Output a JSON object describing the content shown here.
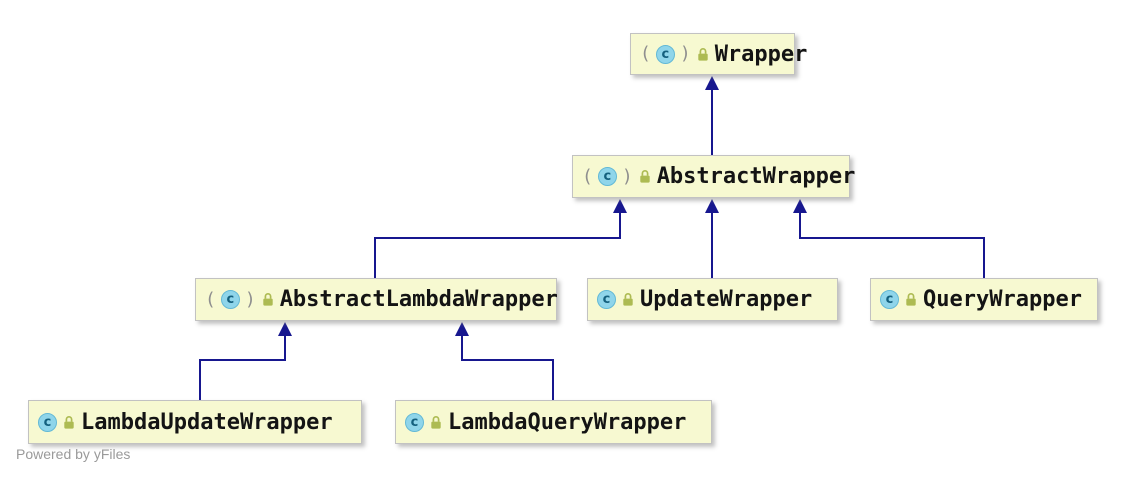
{
  "diagram": {
    "type": "uml-class-hierarchy",
    "watermark": "Powered by yFiles"
  },
  "icons": {
    "class_letter": "c",
    "paren_open": "(",
    "paren_close": ")",
    "class_icon_name": "class-icon",
    "lock_icon_name": "lock-icon"
  },
  "colors": {
    "background": "#ffffff",
    "node_fill": "#F7F9D1",
    "node_border": "#C2C2C2",
    "edge": "#17178F",
    "class_icon_fill": "#8FD5EA",
    "class_icon_letter": "#14607E",
    "lock_icon": "#ADBB52",
    "watermark_text": "#9a9a9a"
  },
  "nodes": [
    {
      "label": "Wrapper",
      "abstract": true
    },
    {
      "label": "AbstractWrapper",
      "abstract": true
    },
    {
      "label": "AbstractLambdaWrapper",
      "abstract": true
    },
    {
      "label": "UpdateWrapper",
      "abstract": false
    },
    {
      "label": "QueryWrapper",
      "abstract": false
    },
    {
      "label": "LambdaUpdateWrapper",
      "abstract": false
    },
    {
      "label": "LambdaQueryWrapper",
      "abstract": false
    }
  ],
  "edges": [
    {
      "from": "AbstractWrapper",
      "to": "Wrapper",
      "relation": "extends"
    },
    {
      "from": "AbstractLambdaWrapper",
      "to": "AbstractWrapper",
      "relation": "extends"
    },
    {
      "from": "UpdateWrapper",
      "to": "AbstractWrapper",
      "relation": "extends"
    },
    {
      "from": "QueryWrapper",
      "to": "AbstractWrapper",
      "relation": "extends"
    },
    {
      "from": "LambdaUpdateWrapper",
      "to": "AbstractLambdaWrapper",
      "relation": "extends"
    },
    {
      "from": "LambdaQueryWrapper",
      "to": "AbstractLambdaWrapper",
      "relation": "extends"
    }
  ]
}
